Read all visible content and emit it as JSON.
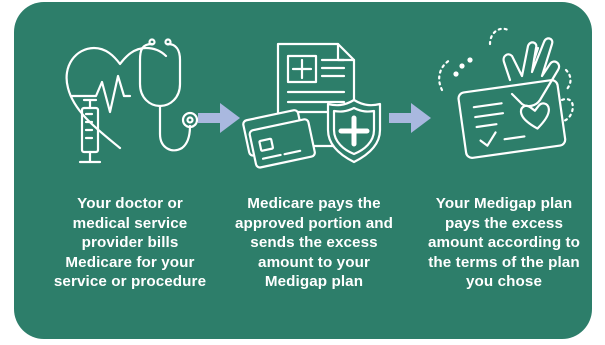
{
  "colors": {
    "background": "#2d7e6a",
    "line": "#ffffff",
    "arrow": "#a9b8df"
  },
  "steps": [
    {
      "icon": "heart-stethoscope-syringe-icon",
      "text": "Your doctor or medical service provider bills Medicare for your service or procedure"
    },
    {
      "icon": "document-cards-shield-icon",
      "text": "Medicare pays the approved portion and sends the excess amount to your Medigap plan"
    },
    {
      "icon": "hand-card-heart-icon",
      "text": "Your Medigap plan pays the excess amount according to the terms of the plan you chose"
    }
  ]
}
